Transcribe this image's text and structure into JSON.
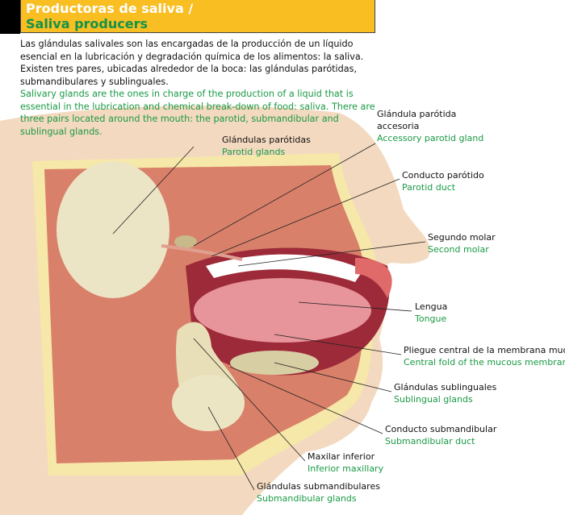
{
  "header": {
    "title_es": "Productoras de saliva /",
    "title_en": "Saliva producers"
  },
  "intro": {
    "es": "Las glándulas salivales son las encargadas de la producción de un líquido esencial en la lubricación y degradación química de los alimentos: la saliva. Existen tres pares, ubicadas alrededor de la boca: las glándulas parótidas, submandibulares y sublinguales.",
    "en": "Salivary glands are the ones in charge of the production of a liquid that is essential in the lubrication and chemical break-down of food: saliva. There are three pairs located around the mouth: the parotid, submandibular and sublingual glands."
  },
  "labels": [
    {
      "es": "Glándulas parótidas",
      "en": "Parotid glands"
    },
    {
      "es": "Glándula parótida accesoria",
      "en": "Accessory parotid gland"
    },
    {
      "es": "Conducto parótido",
      "en": "Parotid duct"
    },
    {
      "es": "Segundo molar",
      "en": "Second molar"
    },
    {
      "es": "Lengua",
      "en": "Tongue"
    },
    {
      "es": "Pliegue central de la membrana mucosa",
      "en": "Central fold of the mucous membrane"
    },
    {
      "es": "Glándulas sublinguales",
      "en": "Sublingual glands"
    },
    {
      "es": "Conducto submandibular",
      "en": "Submandibular duct"
    },
    {
      "es": "Maxilar inferior",
      "en": "Inferior maxillary"
    },
    {
      "es": "Glándulas submandibulares",
      "en": "Submandibular glands"
    }
  ]
}
